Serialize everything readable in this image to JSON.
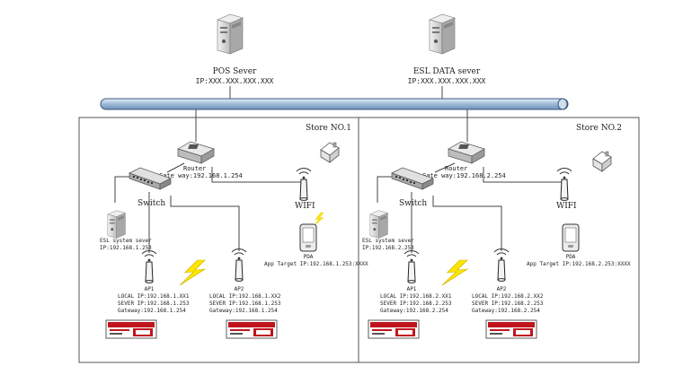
{
  "header": {
    "pos_server": {
      "name": "POS Sever",
      "ip": "IP:XXX.XXX.XXX.XXX"
    },
    "esl_data_server": {
      "name": "ESL DATA sever",
      "ip": "IP:XXX.XXX.XXX.XXX"
    }
  },
  "colors": {
    "backbone": "#b9cde4",
    "lightning": "#ffe600",
    "tag_red": "#c0141c",
    "server_body": "#d9d9d9"
  },
  "stores": [
    {
      "title": "Store NO.1",
      "router": {
        "label": "Router",
        "gateway": "Gate way:192.168.1.254"
      },
      "switch_label": "Switch",
      "esl_server": {
        "name": "ESL system sever",
        "ip": "IP:192.168.1.253"
      },
      "wifi_label": "WIFI",
      "pda": {
        "name": "PDA",
        "target": "App Target IP:192.168.1.253:XXXX"
      },
      "aps": [
        {
          "name": "AP1",
          "local": "LOCAL IP:192.168.1.XX1",
          "sever": "SEVER IP:192.168.1.253",
          "gateway": "Gateway:192.168.1.254"
        },
        {
          "name": "AP2",
          "local": "LOCAL IP:192.168.1.XX2",
          "sever": "SEVER IP:192.168.1.253",
          "gateway": "Gateway:192.168.1.254"
        }
      ]
    },
    {
      "title": "Store NO.2",
      "router": {
        "label": "Router",
        "gateway": "Gate way:192.168.2.254"
      },
      "switch_label": "Switch",
      "esl_server": {
        "name": "ESL system sever",
        "ip": "IP:192.168.2.253"
      },
      "wifi_label": "WIFI",
      "pda": {
        "name": "PDA",
        "target": "App Target IP:192.168.2.253:XXXX"
      },
      "aps": [
        {
          "name": "AP1",
          "local": "LOCAL IP:192.168.2.XX1",
          "sever": "SEVER IP:192.168.2.253",
          "gateway": "Gateway:192.168.2.254"
        },
        {
          "name": "AP2",
          "local": "LOCAL IP:192.168.2.XX2",
          "sever": "SEVER IP:192.168.2.253",
          "gateway": "Gateway:192.168.2.254"
        }
      ]
    }
  ]
}
